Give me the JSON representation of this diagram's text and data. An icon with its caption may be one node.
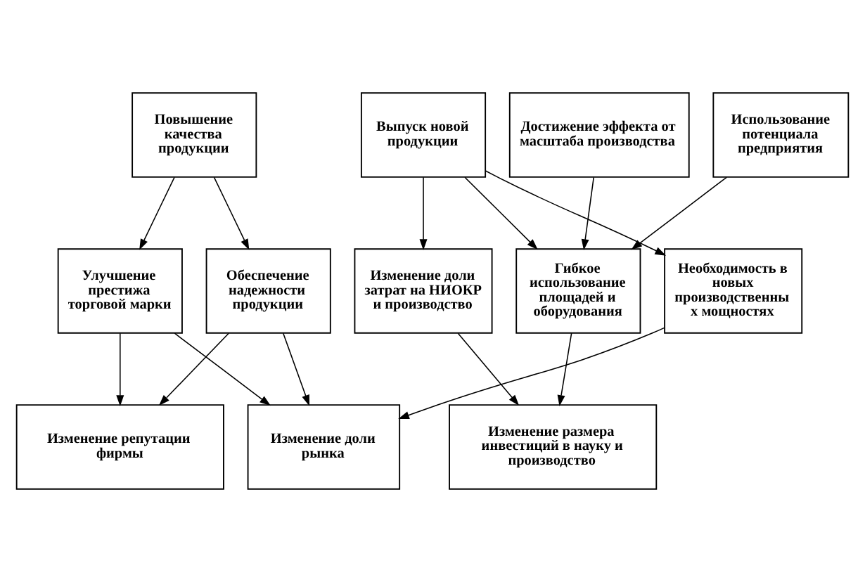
{
  "diagram": {
    "nodes": [
      {
        "text": [
          "Повышение качества продукции"
        ]
      },
      {
        "text": [
          "Выпуск новой продукции"
        ]
      },
      {
        "text": [
          "Достижение эффекта от масштаба производства"
        ]
      },
      {
        "text": [
          "Использование потенциала предприятия"
        ]
      },
      {
        "text": [
          "Улучшение престижа торговой марки"
        ]
      },
      {
        "text": [
          "Обеспечение надежности продукции"
        ]
      },
      {
        "text": [
          "Изменение доли затрат на НИОКР и производство"
        ]
      },
      {
        "text": [
          "Гибкое использование площадей и оборудования"
        ]
      },
      {
        "text": [
          "Необходимость в новых производственны х мощностях"
        ]
      },
      {
        "text": [
          "Изменение репутации фирмы"
        ]
      },
      {
        "text": [
          "Изменение размера инвестиций в науку и производство"
        ]
      },
      {
        "text": [
          "Изменение доли рынка"
        ]
      }
    ],
    "edges": [
      {
        "from": 0,
        "to": 4,
        "arrow": "to"
      },
      {
        "from": 0,
        "to": 5,
        "arrow": "to"
      },
      {
        "from": 1,
        "to": 6,
        "arrow": "to"
      },
      {
        "from": 1,
        "to": 7,
        "arrow": "to"
      },
      {
        "from": 1,
        "to": 8,
        "arrow": "to"
      },
      {
        "from": 2,
        "to": 7,
        "arrow": "to"
      },
      {
        "from": 3,
        "to": 7,
        "arrow": "to"
      },
      {
        "from": 4,
        "to": 9,
        "arrow": "to"
      },
      {
        "from": 4,
        "to": 11,
        "arrow": "to"
      },
      {
        "from": 5,
        "to": 9,
        "arrow": "to"
      },
      {
        "from": 5,
        "to": 11,
        "arrow": "to"
      },
      {
        "from": 6,
        "to": 10,
        "arrow": "to"
      },
      {
        "from": 7,
        "to": 10,
        "arrow": "to"
      },
      {
        "from": 8,
        "to": 11,
        "arrow": "to"
      }
    ]
  }
}
